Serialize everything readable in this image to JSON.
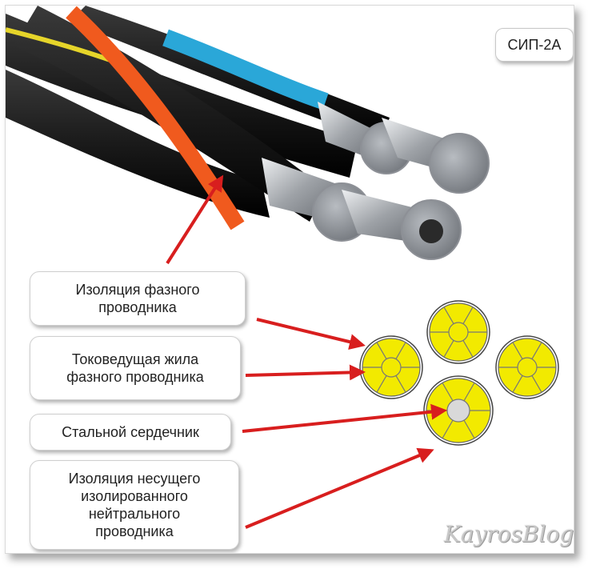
{
  "cable_type_label": "СИП-2А",
  "labels": {
    "phase_insulation": "Изоляция фазного\nпроводника",
    "phase_conductor": "Токоведущая жила\nфазного проводника",
    "steel_core": "Стальной сердечник",
    "neutral_insulation": "Изоляция несущего\nизолированного\nнейтрального\nпроводника"
  },
  "watermark": "KayrosBlog.Ru",
  "colors": {
    "insulation_black": "#1b1b1b",
    "stripe_orange": "#f05a1e",
    "stripe_blue": "#2aa7d8",
    "stripe_yellow": "#e6d52a",
    "aluminium": "#b9bcc0",
    "cross_section_yellow": "#f2ea00",
    "arrow_red": "#d81e1e"
  },
  "icons": [
    "cable-bundle-illustration",
    "cross-section-diagram",
    "pointer-arrow"
  ]
}
